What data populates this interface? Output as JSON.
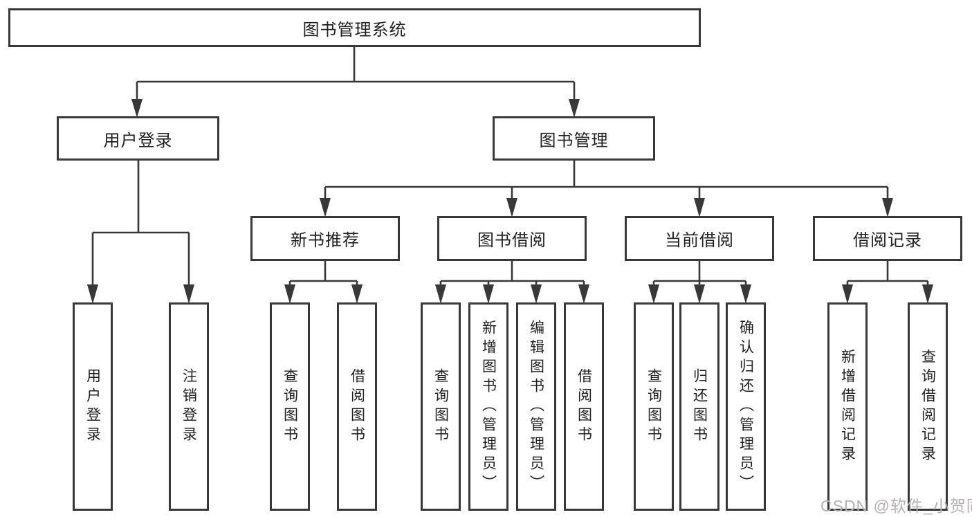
{
  "diagram_title": "图书管理系统",
  "nodes": {
    "root": "图书管理系统",
    "userLogin": "用户登录",
    "bookMgmt": "图书管理",
    "newBooks": "新书推荐",
    "bookBorrow": "图书借阅",
    "currentBorrow": "当前借阅",
    "borrowRecords": "借阅记录",
    "leafUserLogin": "用户登录",
    "leafLogout": "注销登录",
    "nbQueryBook": "查询图书",
    "nbBorrowBook": "借阅图书",
    "bbQueryBook": "查询图书",
    "bbAddBook": "新增图书（管理员）",
    "bbEditBook": "编辑图书（管理员）",
    "bbBorrowBook": "借阅图书",
    "cbQueryBook": "查询图书",
    "cbReturnBook": "归还图书",
    "cbConfirmReturn": "确认归还（管理员）",
    "brAddRecord": "新增借阅记录",
    "brQueryRecord": "查询借阅记录"
  },
  "hierarchy": {
    "root": "图书管理系统",
    "children": [
      {
        "label": "用户登录",
        "children": [
          "用户登录",
          "注销登录"
        ]
      },
      {
        "label": "图书管理",
        "children": [
          {
            "label": "新书推荐",
            "children": [
              "查询图书",
              "借阅图书"
            ]
          },
          {
            "label": "图书借阅",
            "children": [
              "查询图书",
              "新增图书（管理员）",
              "编辑图书（管理员）",
              "借阅图书"
            ]
          },
          {
            "label": "当前借阅",
            "children": [
              "查询图书",
              "归还图书",
              "确认归还（管理员）"
            ]
          },
          {
            "label": "借阅记录",
            "children": [
              "新增借阅记录",
              "查询借阅记录"
            ]
          }
        ]
      }
    ]
  },
  "watermark": {
    "text": "CSDN @软件_小贺同学"
  },
  "colors": {
    "background": "#ffffff",
    "box_border": "#383838",
    "connector_line": "#383838",
    "text": "#212121",
    "watermark_text": "#b5b1b1"
  }
}
